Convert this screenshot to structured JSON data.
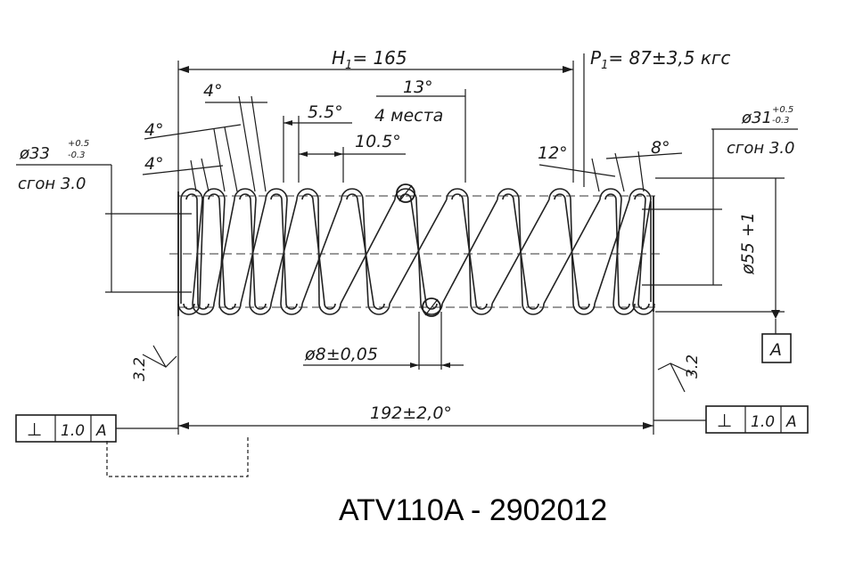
{
  "drawing": {
    "caption": "ATV110A - 2902012",
    "h1_label": "H",
    "h1_sub": "1",
    "h1_value": "= 165",
    "p1_label": "P",
    "p1_sub": "1",
    "p1_value": "= 87±3,5 кгс",
    "angle_4a": "4°",
    "angle_4b": "4°",
    "angle_4c": "4°",
    "dim_5_5": "5.5°",
    "dim_10_5": "10.5°",
    "dim_13": "13°",
    "places": "4 места",
    "angle_12": "12°",
    "angle_8": "8°",
    "left_dia": "ø33",
    "left_tol_up": "+0.5",
    "left_tol_low": "-0.3",
    "left_grind": "сгон 3.0",
    "right_dia": "ø31",
    "right_tol_up": "+0.5",
    "right_tol_low": "-0.3",
    "right_grind": "сгон 3.0",
    "outer_dia": "ø55 +1",
    "wire_dia": "ø8±0,05",
    "free_length": "192±2,0°",
    "roughness_left": "3.2",
    "roughness_right": "3.2",
    "datum": "A",
    "frame_left": {
      "symbol": "⊥",
      "value": "1.0",
      "datum": "A"
    },
    "frame_right": {
      "symbol": "⊥",
      "value": "1.0",
      "datum": "A"
    }
  }
}
